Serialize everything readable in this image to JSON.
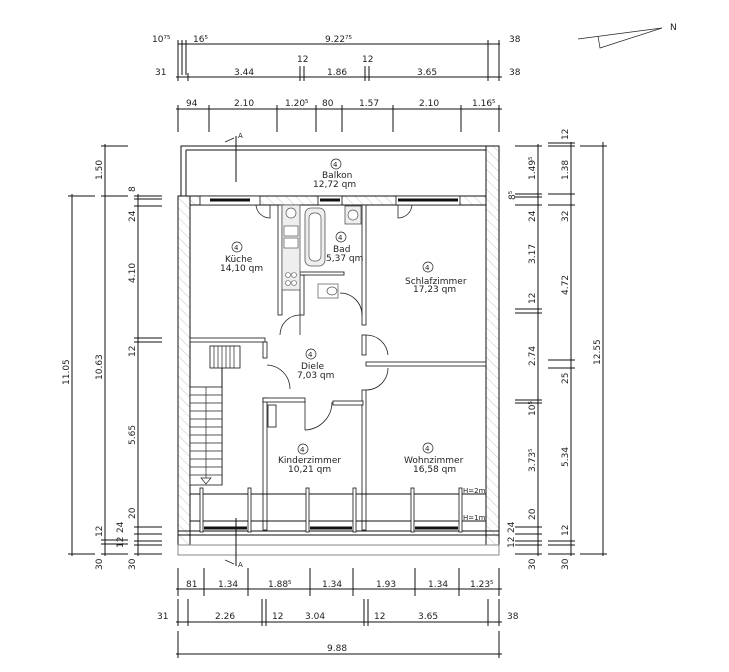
{
  "north_arrow": {
    "label": "N"
  },
  "section_marker": {
    "label": "A"
  },
  "dimensions": {
    "top_row1": [
      {
        "label": "10",
        "sup": "75"
      },
      {
        "label": "16",
        "sup": "5"
      },
      {
        "label": "9.22",
        "sup": "75"
      },
      {
        "label": "38",
        "sup": ""
      }
    ],
    "top_row2": [
      {
        "label": "31"
      },
      {
        "label": "3.44"
      },
      {
        "label": "12"
      },
      {
        "label": "1.86"
      },
      {
        "label": "12"
      },
      {
        "label": "3.65"
      },
      {
        "label": "38"
      }
    ],
    "top_row3": [
      {
        "label": "94",
        "sup": ""
      },
      {
        "label": "2.10",
        "sup": ""
      },
      {
        "label": "1.20",
        "sup": "5"
      },
      {
        "label": "80",
        "sup": ""
      },
      {
        "label": "1.57",
        "sup": ""
      },
      {
        "label": "2.10",
        "sup": ""
      },
      {
        "label": "1.16",
        "sup": "5"
      }
    ],
    "bottom_row1": [
      {
        "label": "81",
        "sup": ""
      },
      {
        "label": "1.34",
        "sup": ""
      },
      {
        "label": "1.88",
        "sup": "5"
      },
      {
        "label": "1.34",
        "sup": ""
      },
      {
        "label": "1.93",
        "sup": ""
      },
      {
        "label": "1.34",
        "sup": ""
      },
      {
        "label": "1.23",
        "sup": "5"
      }
    ],
    "bottom_row2": [
      {
        "label": "31"
      },
      {
        "label": "2.26"
      },
      {
        "label": "12"
      },
      {
        "label": "3.04"
      },
      {
        "label": "12"
      },
      {
        "label": "3.65"
      },
      {
        "label": "38"
      }
    ],
    "bottom_total": {
      "label": "9.88"
    },
    "left_outer": {
      "label": "11.05"
    },
    "left_mid": [
      {
        "label": "1.50"
      },
      {
        "label": "10.63"
      },
      {
        "label": "12"
      },
      {
        "label": "30"
      }
    ],
    "left_inner": [
      {
        "label": "8"
      },
      {
        "label": "24"
      },
      {
        "label": "4.10"
      },
      {
        "label": "12"
      },
      {
        "label": "5.65"
      },
      {
        "label": "20"
      },
      {
        "label": "24"
      },
      {
        "label": "12"
      },
      {
        "label": "30"
      }
    ],
    "right_inner": [
      {
        "label": "1.49",
        "sup": "5"
      },
      {
        "label": "8",
        "sup": "5"
      },
      {
        "label": "24",
        "sup": ""
      },
      {
        "label": "3.17",
        "sup": ""
      },
      {
        "label": "12",
        "sup": ""
      },
      {
        "label": "2.74",
        "sup": ""
      },
      {
        "label": "10",
        "sup": "5"
      },
      {
        "label": "3.73",
        "sup": "5"
      },
      {
        "label": "20",
        "sup": ""
      },
      {
        "label": "24",
        "sup": ""
      },
      {
        "label": "12",
        "sup": ""
      },
      {
        "label": "30",
        "sup": ""
      }
    ],
    "right_mid": [
      {
        "label": "12"
      },
      {
        "label": "1.38"
      },
      {
        "label": "32"
      },
      {
        "label": "4.72"
      },
      {
        "label": "25"
      },
      {
        "label": "5.34"
      },
      {
        "label": "12"
      },
      {
        "label": "30"
      }
    ],
    "right_outer": {
      "label": "12.55"
    }
  },
  "rooms": [
    {
      "id": "balkon",
      "marker": "4",
      "name": "Balkon",
      "area": "12,72  qm"
    },
    {
      "id": "kueche",
      "marker": "4",
      "name": "Küche",
      "area": "14,10  qm"
    },
    {
      "id": "bad",
      "marker": "4",
      "name": "Bad",
      "area": "5,37  qm"
    },
    {
      "id": "schlafzimmer",
      "marker": "4",
      "name": "Schlafzimmer",
      "area": "17,23  qm"
    },
    {
      "id": "diele",
      "marker": "4",
      "name": "Diele",
      "area": "7,03  qm"
    },
    {
      "id": "kinderzimmer",
      "marker": "4",
      "name": "Kinderzimmer",
      "area": "10,21  qm"
    },
    {
      "id": "wohnzimmer",
      "marker": "4",
      "name": "Wohnzimmer",
      "area": "16,58  qm"
    }
  ],
  "annotations": {
    "height_2m": "H=2m",
    "height_1m": "H=1m"
  }
}
